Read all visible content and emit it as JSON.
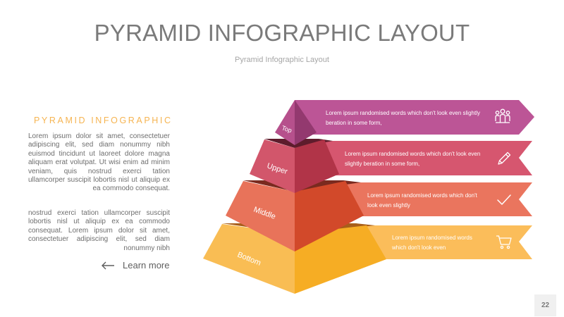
{
  "header": {
    "title": "PYRAMID INFOGRAPHIC LAYOUT",
    "subtitle": "Pyramid Infographic Layout"
  },
  "left_panel": {
    "heading": "PYRAMID INFOGRAPHIC",
    "paragraph_1": "Lorem ipsum dolor sit amet, consectetuer adipiscing elit, sed diam nonummy nibh euismod tincidunt ut laoreet dolore magna aliquam erat volutpat. Ut wisi enim ad minim veniam, quis nostrud exerci tation ullamcorper suscipit lobortis nisl ut aliquip ex ea commodo consequat.",
    "paragraph_2": "nostrud exerci tation ullamcorper suscipit lobortis nisl ut aliquip ex ea commodo consequat. Lorem ipsum dolor sit amet, consectetuer adipiscing elit, sed diam nonummy nibh",
    "learn_more": {
      "label": "Learn more",
      "icon": "arrow-left-icon"
    }
  },
  "pyramid": {
    "levels": [
      {
        "label": "Top",
        "color": "#b6508c",
        "dark": "#93396f",
        "band": "#bc5596"
      },
      {
        "label": "Upper",
        "color": "#d2566b",
        "dark": "#b13448",
        "band": "#d6566f"
      },
      {
        "label": "Middle",
        "color": "#e8735a",
        "dark": "#d2492a",
        "band": "#ea755e"
      },
      {
        "label": "Bottom",
        "color": "#f9bd54",
        "dark": "#f6ad24",
        "band": "#fbbd5a"
      }
    ],
    "rows": [
      {
        "text": "Lorem ipsum randomised words which don't look even slightly beration in some form,",
        "icon": "team-icon"
      },
      {
        "text": "Lorem ipsum randomised words which don't look even slightly beration in some form,",
        "icon": "pencil-icon"
      },
      {
        "text": "Lorem ipsum randomised words which don't look even slightly",
        "icon": "checkmark-icon"
      },
      {
        "text": "Lorem ipsum randomised words which don't look even",
        "icon": "shopping-cart-icon"
      }
    ]
  },
  "footer": {
    "page_number": "22"
  }
}
